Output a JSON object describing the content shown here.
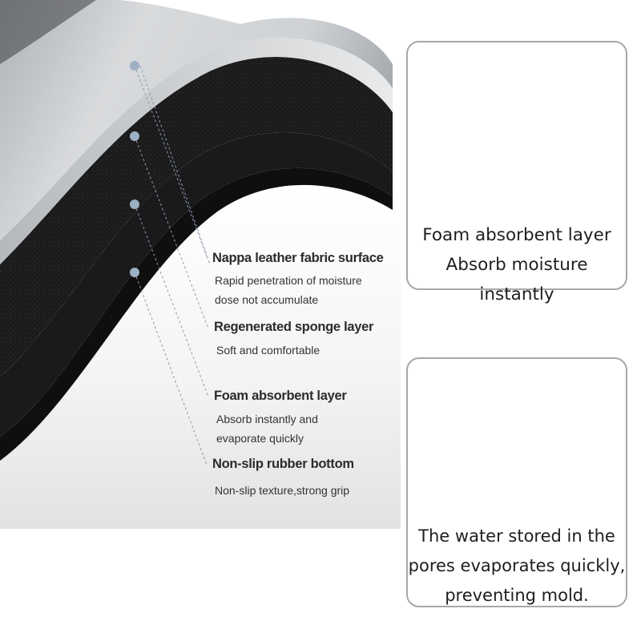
{
  "layers": [
    {
      "title": "Nappa leather fabric surface",
      "desc": [
        "Rapid penetration of moisture",
        "dose not accumulate"
      ]
    },
    {
      "title": "Regenerated sponge layer",
      "desc": [
        "Soft and comfortable"
      ]
    },
    {
      "title": "Foam absorbent layer",
      "desc": [
        "Absorb instantly and",
        "evaporate quickly"
      ]
    },
    {
      "title": "Non-slip rubber bottom",
      "desc": [
        "Non-slip texture,strong grip"
      ]
    }
  ],
  "panels": [
    {
      "lines": [
        "Foam absorbent layer",
        "Absorb moisture instantly"
      ],
      "arrow_direction": "down"
    },
    {
      "lines": [
        "The water stored in the",
        "pores evaporates quickly,",
        "preventing mold."
      ],
      "arrow_direction": "up"
    }
  ],
  "icons": {
    "arrow": "arrow-icon",
    "water": "water-drops-icon"
  },
  "colors": {
    "surface": "#c9cccf",
    "layer_dark": "#1e1e20",
    "panel_border": "#a8a8a8",
    "arrow": "#8f949b",
    "foam": "#dcdcdc",
    "badge": "#8f949b",
    "leader_dot": "#9eb0c4",
    "leader_line": "#8a9aae"
  }
}
